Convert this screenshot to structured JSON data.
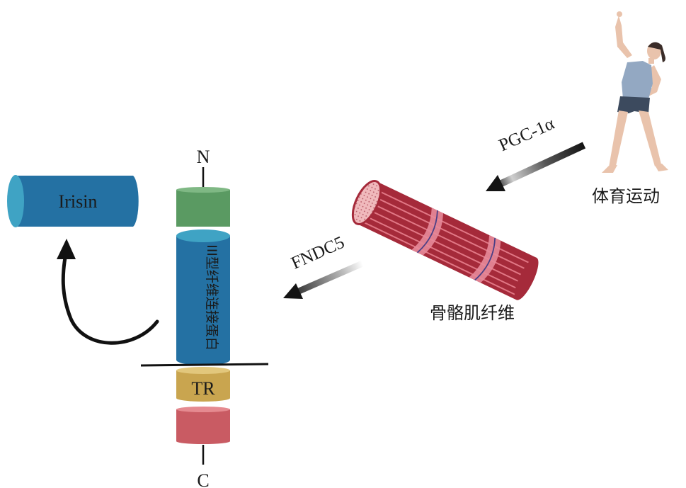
{
  "labels": {
    "irisin": "Irisin",
    "n_terminus": "N",
    "c_terminus": "C",
    "fn3_domain": "III型纤维连接蛋白",
    "tr_domain": "TR",
    "fndc5": "FNDC5",
    "pgc1a": "PGC-1α",
    "muscle_fiber": "骨骼肌纤维",
    "exercise": "体育运动"
  },
  "colors": {
    "irisin_body": "#2471a3",
    "irisin_cap": "#3fa3c4",
    "n_domain": "#5a9a62",
    "fn3_body": "#2471a3",
    "fn3_cap": "#3fa3c4",
    "tr_body": "#c9a54f",
    "tr_cap": "#e2c77c",
    "c_domain": "#c95b63",
    "c_domain_cap": "#e58a90",
    "membrane": "#1a1a1a",
    "muscle_outer": "#a52a3a",
    "muscle_band": "#e7899a",
    "muscle_end": "#f0b9bc"
  }
}
